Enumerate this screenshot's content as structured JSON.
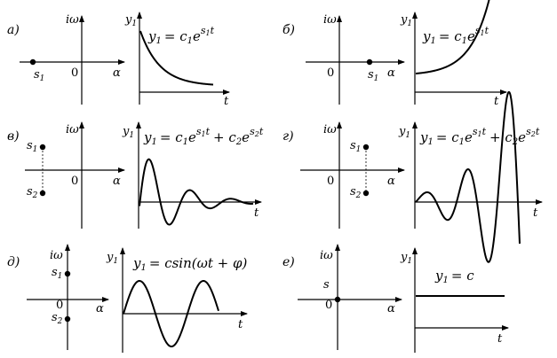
{
  "axis_labels": {
    "imag": "iω",
    "real": "α",
    "output": "y",
    "output_sub": "1",
    "time": "t",
    "origin": "0"
  },
  "panels": [
    {
      "label": "а)",
      "roots": [
        {
          "name": "s",
          "sub": "1"
        }
      ],
      "equation": {
        "lhs": "y",
        "lhs_sub": "1",
        "rhs": "= c",
        "rhs_sub": "1",
        "exp": "e",
        "exp_base": "s",
        "exp_sub": "1",
        "exp_tail": "t"
      }
    },
    {
      "label": "б)",
      "roots": [
        {
          "name": "s",
          "sub": "1"
        }
      ],
      "equation": {
        "lhs": "y",
        "lhs_sub": "1",
        "rhs": "= c",
        "rhs_sub": "1",
        "exp": "e",
        "exp_base": "s",
        "exp_sub": "1",
        "exp_tail": "t"
      }
    },
    {
      "label": "в)",
      "roots": [
        {
          "name": "s",
          "sub": "1"
        },
        {
          "name": "s",
          "sub": "2"
        }
      ],
      "equation": "y₁ = c₁e^{s₁t} + c₂e^{s₂t}"
    },
    {
      "label": "г)",
      "roots": [
        {
          "name": "s",
          "sub": "1"
        },
        {
          "name": "s",
          "sub": "2"
        }
      ],
      "equation": "y₁ = c₁e^{s₁t} + c₂e^{s₂t}"
    },
    {
      "label": "д)",
      "roots": [
        {
          "name": "s",
          "sub": "1"
        },
        {
          "name": "s",
          "sub": "2"
        }
      ],
      "equation": "y₁ = csin(ωt + φ)"
    },
    {
      "label": "е)",
      "roots": [
        {
          "name": "s"
        }
      ],
      "equation": "y₁ = c"
    }
  ],
  "eq_parts": {
    "sum_plus": "+ c",
    "sum_sub2": "2",
    "sin_text": "= csin(ωt + φ)",
    "const_text": "= c"
  }
}
